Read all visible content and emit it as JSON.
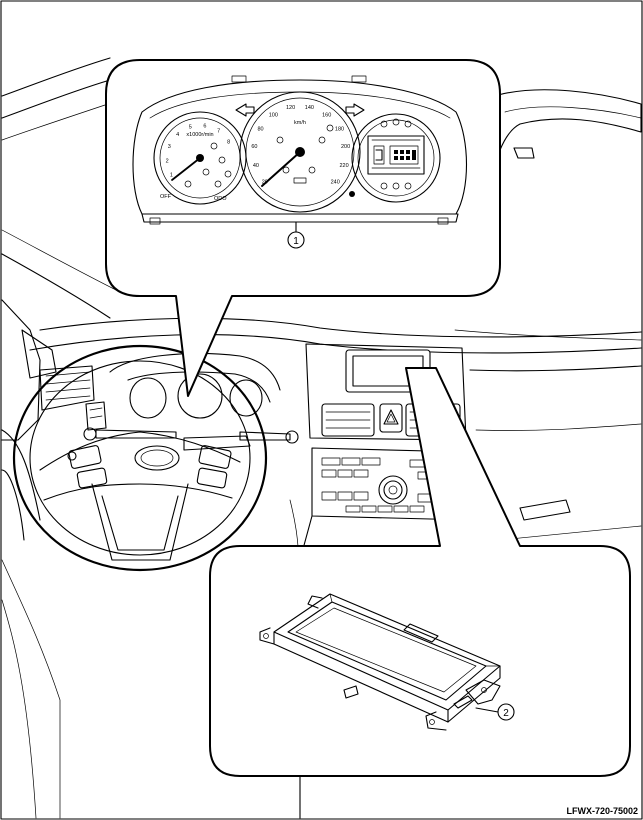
{
  "diagram_id": "LFWX-720-75002",
  "callouts": [
    {
      "number": "1"
    },
    {
      "number": "2"
    }
  ],
  "cluster": {
    "tach_ticks": [
      "1",
      "2",
      "3",
      "4",
      "5",
      "6",
      "7",
      "8"
    ],
    "tach_unit": "x1000r/min",
    "speed_ticks": [
      "20",
      "40",
      "60",
      "80",
      "100",
      "120",
      "140",
      "160",
      "180",
      "200",
      "220",
      "240"
    ],
    "speed_unit": "km/h",
    "small_labels": {
      "off": "OFF",
      "odo": "ODO"
    }
  }
}
